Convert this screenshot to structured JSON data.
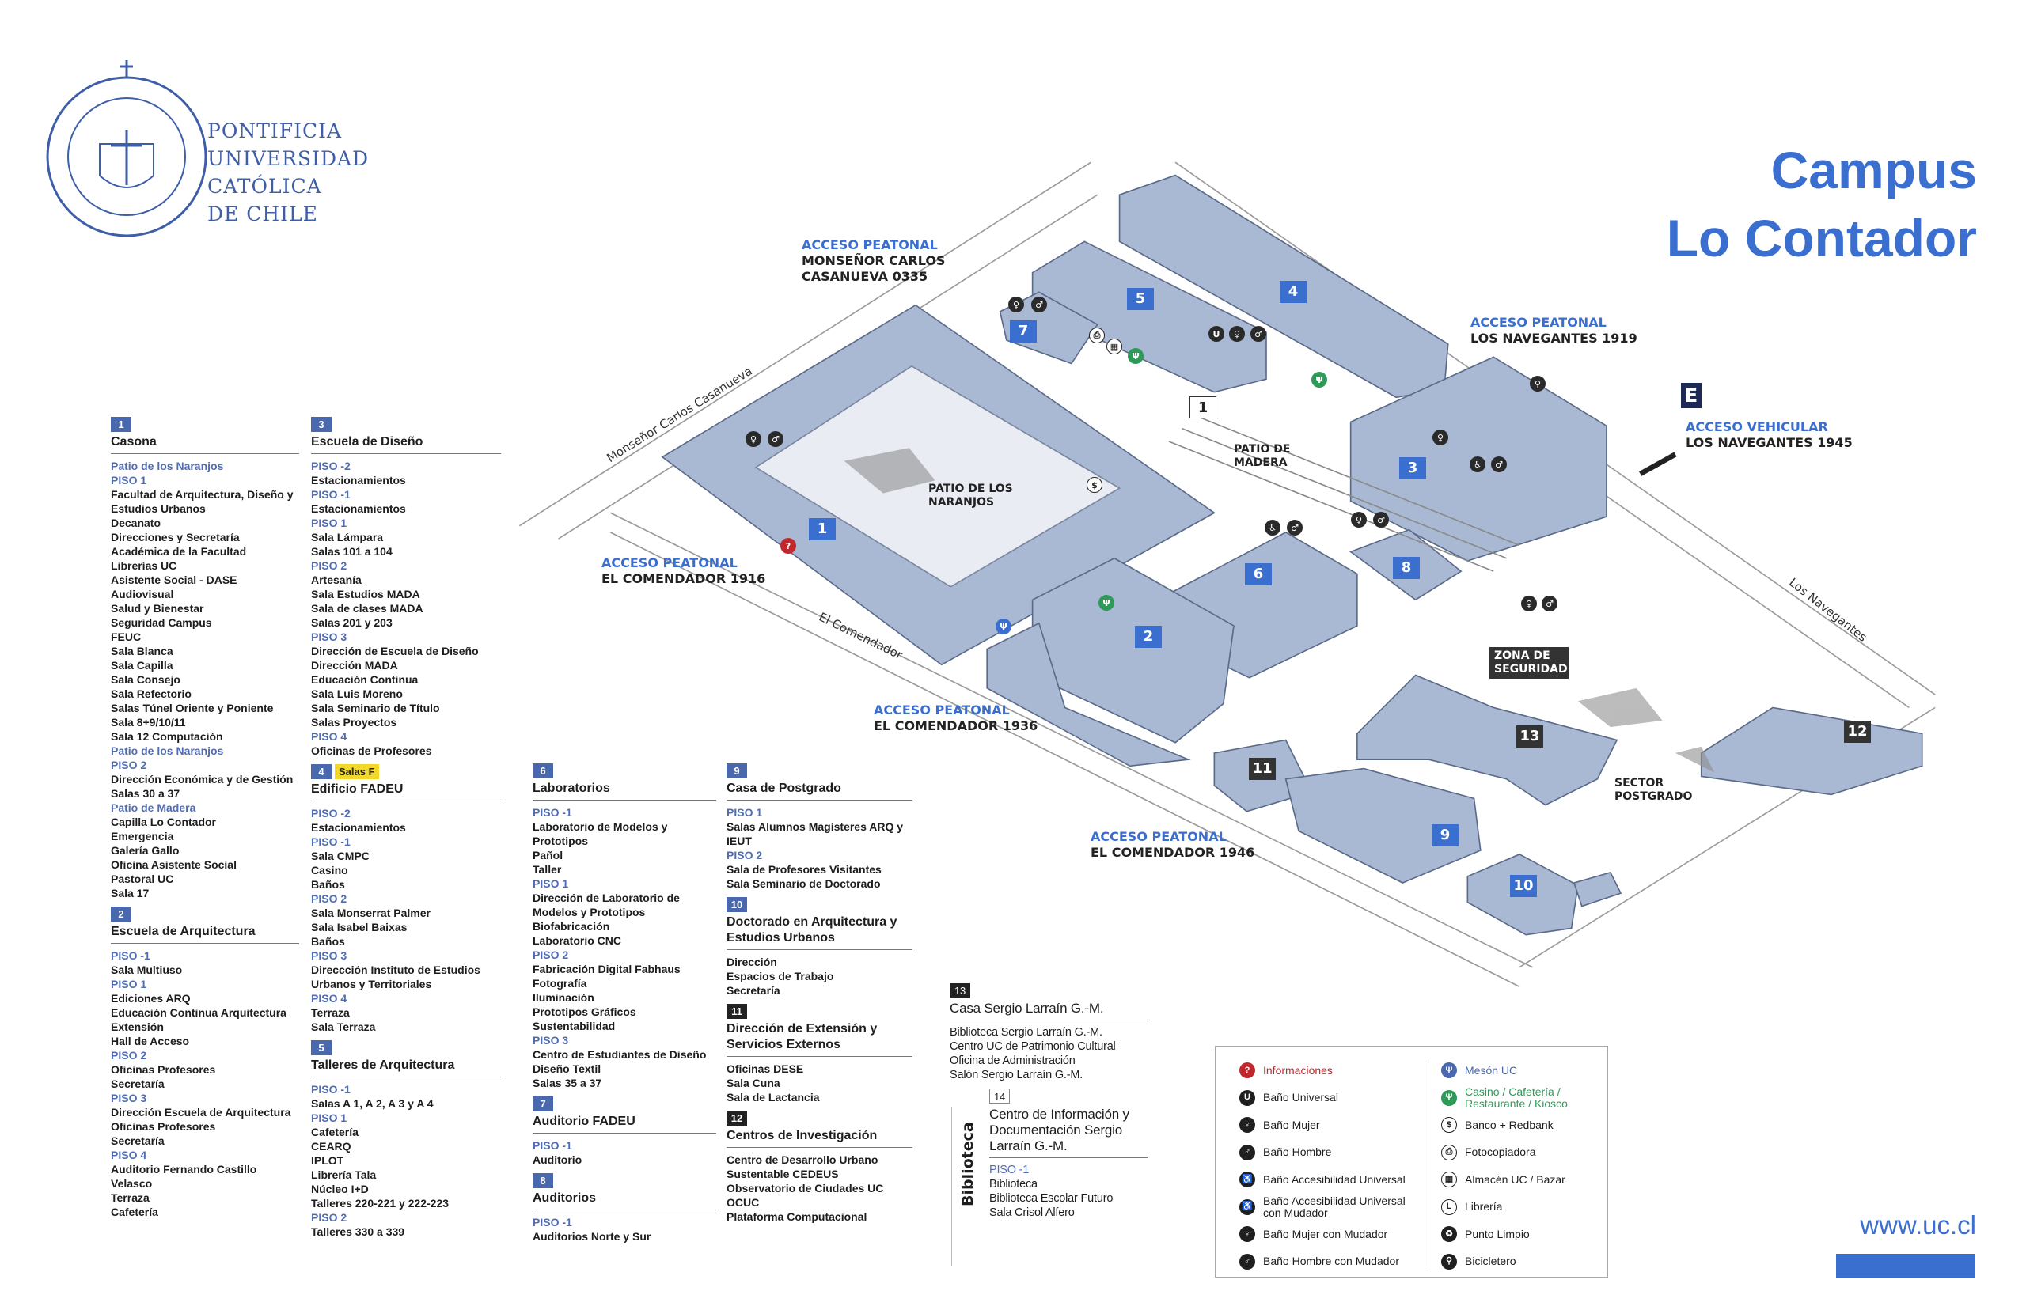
{
  "logo": {
    "lines": [
      "PONTIFICIA",
      "UNIVERSIDAD",
      "CATÓLICA",
      "DE CHILE"
    ],
    "seal_text": "PONTIFICIA UNIVERSIDAD CATÓLICA DE CHILE"
  },
  "title": {
    "line1": "Campus",
    "line2": "Lo Contador"
  },
  "url": "www.uc.cl",
  "colors": {
    "accent": "#3a6fd0",
    "badge": "#4a68ad",
    "building": "#a9b8d3",
    "casino": "#2e9a57",
    "info": "#c0282d",
    "highlight": "#f2d82a"
  },
  "columns": [
    [
      {
        "num": "1",
        "style": "blue",
        "title": "Casona",
        "lines": [
          {
            "l": "Patio de los Naranjos"
          },
          {
            "l": "PISO 1"
          },
          "Facultad de Arquitectura, Diseño y Estudios Urbanos",
          "Decanato",
          "Direcciones y Secretaría Académica de la Facultad",
          "Librerías UC",
          "Asistente Social - DASE",
          "Audiovisual",
          "Salud y Bienestar",
          "Seguridad Campus",
          "FEUC",
          "Sala Blanca",
          "Sala Capilla",
          "Sala Consejo",
          "Sala Refectorio",
          "Salas Túnel Oriente y Poniente",
          "Sala 8+9/10/11",
          "Sala 12 Computación",
          {
            "l": "Patio de los Naranjos"
          },
          {
            "l": "PISO 2"
          },
          "Dirección Económica y de Gestión",
          "Salas 30 a 37",
          {
            "l": "Patio de Madera"
          },
          "Capilla Lo Contador",
          "Emergencia",
          "Galería Gallo",
          "Oficina Asistente Social",
          "Pastoral UC",
          "Sala 17"
        ]
      },
      {
        "num": "2",
        "style": "blue",
        "title": "Escuela de Arquitectura",
        "lines": [
          {
            "l": "PISO -1"
          },
          "Sala Multiuso",
          {
            "l": "PISO 1"
          },
          "Ediciones ARQ",
          "Educación Continua Arquitectura",
          "Extensión",
          "Hall de Acceso",
          {
            "l": "PISO 2"
          },
          "Oficinas Profesores",
          "Secretaría",
          {
            "l": "PISO 3"
          },
          "Dirección Escuela de Arquitectura",
          "Oficinas Profesores",
          "Secretaría",
          {
            "l": "PISO 4"
          },
          "Auditorio Fernando Castillo Velasco",
          "Terraza",
          "Cafetería"
        ]
      }
    ],
    [
      {
        "num": "3",
        "style": "blue",
        "title": "Escuela de Diseño",
        "lines": [
          {
            "l": "PISO -2"
          },
          "Estacionamientos",
          {
            "l": "PISO -1"
          },
          "Estacionamientos",
          {
            "l": "PISO 1"
          },
          "Sala Lámpara",
          "Salas 101 a 104",
          {
            "l": "PISO 2"
          },
          "Artesanía",
          "Sala Estudios MADA",
          "Sala de clases MADA",
          "Salas 201 y 203",
          {
            "l": "PISO 3"
          },
          "Dirección de Escuela de Diseño",
          "Dirección MADA",
          "Educación Continua",
          "Sala Luis Moreno",
          "Sala Seminario de Título",
          "Salas Proyectos",
          {
            "l": "PISO 4"
          },
          "Oficinas de Profesores"
        ]
      },
      {
        "num": "4",
        "style": "blue",
        "tag": "Salas F",
        "title": "Edificio FADEU",
        "lines": [
          {
            "l": "PISO -2"
          },
          "Estacionamientos",
          {
            "l": "PISO -1"
          },
          "Sala CMPC",
          "Casino",
          "Baños",
          {
            "l": "PISO 2"
          },
          "Sala Monserrat Palmer",
          "Sala Isabel Baixas",
          "Baños",
          {
            "l": "PISO 3"
          },
          "Direccción Instituto de Estudios Urbanos y Territoriales",
          {
            "l": "PISO 4"
          },
          "Terraza",
          "Sala Terraza"
        ]
      },
      {
        "num": "5",
        "style": "blue",
        "title": "Talleres de Arquitectura",
        "lines": [
          {
            "l": "PISO -1"
          },
          "Salas A 1, A 2, A 3 y A 4",
          {
            "l": "PISO 1"
          },
          "Cafetería",
          "CEARQ",
          "IPLOT",
          "Librería Tala",
          "Núcleo I+D",
          "Talleres 220-221 y 222-223",
          {
            "l": "PISO 2"
          },
          "Talleres 330 a 339"
        ]
      }
    ],
    [
      {
        "num": "6",
        "style": "blue",
        "title": "Laboratorios",
        "lines": [
          {
            "l": "PISO -1"
          },
          "Laboratorio de Modelos y Prototipos",
          "Pañol",
          "Taller",
          {
            "l": "PISO 1"
          },
          "Dirección de Laboratorio de Modelos y Prototipos",
          "Biofabricación",
          "Laboratorio CNC",
          {
            "l": "PISO 2"
          },
          "Fabricación Digital Fabhaus",
          "Fotografía",
          "Iluminación",
          "Prototipos Gráficos",
          "Sustentabilidad",
          {
            "l": "PISO 3"
          },
          "Centro de Estudiantes de Diseño",
          "Diseño Textil",
          "Salas 35 a 37"
        ]
      },
      {
        "num": "7",
        "style": "blue",
        "title": "Auditorio FADEU",
        "lines": [
          {
            "l": "PISO -1"
          },
          "Auditorio"
        ]
      },
      {
        "num": "8",
        "style": "blue",
        "title": "Auditorios",
        "lines": [
          {
            "l": "PISO -1"
          },
          "Auditorios Norte y Sur"
        ]
      }
    ],
    [
      {
        "num": "9",
        "style": "blue",
        "title": "Casa de Postgrado",
        "lines": [
          {
            "l": "PISO 1"
          },
          "Salas Alumnos Magísteres ARQ y IEUT",
          {
            "l": "PISO 2"
          },
          "Sala de Profesores Visitantes",
          "Sala Seminario de Doctorado"
        ]
      },
      {
        "num": "10",
        "style": "blue",
        "title": "Doctorado en Arquitectura y Estudios Urbanos",
        "lines": [
          "Dirección",
          "Espacios de Trabajo",
          "Secretaría"
        ]
      },
      {
        "num": "11",
        "style": "dark",
        "title": "Dirección de Extensión y Servicios Externos",
        "lines": [
          "Oficinas DESE",
          "Sala Cuna",
          "Sala de Lactancia"
        ]
      },
      {
        "num": "12",
        "style": "dark",
        "title": "Centros de Investigación",
        "lines": [
          "Centro de Desarrollo Urbano Sustentable CEDEUS",
          "Observatorio de Ciudades UC OCUC",
          "Plataforma Computacional"
        ]
      }
    ],
    [
      {
        "num": "13",
        "style": "dark",
        "title": "Casa Sergio Larraín G.-M.",
        "lines": [
          "Biblioteca Sergio Larraín G.-M.",
          "Centro UC de Patrimonio Cultural",
          "Oficina de Administración",
          "Salón Sergio Larraín G.-M."
        ]
      },
      {
        "num": "14",
        "style": "white",
        "title": "Centro de Información y Documentación Sergio Larraín G.-M.",
        "lines": [
          {
            "l": "PISO -1"
          },
          "Biblioteca",
          "Biblioteca Escolar Futuro",
          "Sala Crisol Alfero"
        ]
      }
    ]
  ],
  "biblioteca_label": "Biblioteca",
  "icon_legend": {
    "left": [
      {
        "icon": "info-icon",
        "glyph": "?",
        "kind": "red",
        "label": "Informaciones"
      },
      {
        "icon": "universal-restroom-icon",
        "glyph": "U",
        "kind": "",
        "label": "Baño Universal"
      },
      {
        "icon": "women-restroom-icon",
        "glyph": "♀",
        "kind": "",
        "label": "Baño Mujer"
      },
      {
        "icon": "men-restroom-icon",
        "glyph": "♂",
        "kind": "",
        "label": "Baño Hombre"
      },
      {
        "icon": "accessible-restroom-icon",
        "glyph": "♿",
        "kind": "",
        "label": "Baño Accesibilidad Universal"
      },
      {
        "icon": "accessible-changing-icon",
        "glyph": "♿",
        "kind": "",
        "label": "Baño Accesibilidad Universal con Mudador"
      },
      {
        "icon": "women-changing-icon",
        "glyph": "♀",
        "kind": "",
        "label": "Baño Mujer con Mudador"
      },
      {
        "icon": "men-changing-icon",
        "glyph": "♂",
        "kind": "",
        "label": "Baño Hombre con Mudador"
      }
    ],
    "right": [
      {
        "icon": "meson-uc-icon",
        "glyph": "Ψ",
        "kind": "blue",
        "label": "Mesón UC"
      },
      {
        "icon": "casino-icon",
        "glyph": "Ψ",
        "kind": "green",
        "label": "Casino / Cafetería / Restaurante / Kiosco"
      },
      {
        "icon": "bank-icon",
        "glyph": "$",
        "kind": "out",
        "label": "Banco + Redbank"
      },
      {
        "icon": "photocopier-icon",
        "glyph": "⎙",
        "kind": "out",
        "label": "Fotocopiadora"
      },
      {
        "icon": "store-icon",
        "glyph": "▦",
        "kind": "out",
        "label": "Almacén UC / Bazar"
      },
      {
        "icon": "bookstore-icon",
        "glyph": "L",
        "kind": "out",
        "label": "Librería"
      },
      {
        "icon": "recycling-icon",
        "glyph": "♻",
        "kind": "",
        "label": "Punto Limpio"
      },
      {
        "icon": "bicycle-icon",
        "glyph": "⚲",
        "kind": "",
        "label": "Bicicletero"
      }
    ]
  },
  "map": {
    "accesses": [
      {
        "type": "ACCESO PEATONAL",
        "name": "MONSEÑOR CARLOS CASANUEVA 0335"
      },
      {
        "type": "ACCESO PEATONAL",
        "name": "LOS NAVEGANTES 1919"
      },
      {
        "type": "ACCESO VEHICULAR",
        "name": "LOS NAVEGANTES 1945"
      },
      {
        "type": "ACCESO PEATONAL",
        "name": "EL COMENDADOR 1916"
      },
      {
        "type": "ACCESO PEATONAL",
        "name": "EL COMENDADOR 1936"
      },
      {
        "type": "ACCESO PEATONAL",
        "name": "EL COMENDADOR 1946"
      }
    ],
    "places": [
      "PATIO DE LOS NARANJOS",
      "PATIO DE MADERA",
      "ZONA DE SEGURIDAD",
      "SECTOR POSTGRADO"
    ],
    "streets": [
      "Monseñor Carlos Casanueva",
      "El Comendador",
      "Los Navegantes"
    ],
    "vehicle_marker": "E",
    "buildings": [
      "1",
      "2",
      "3",
      "4",
      "5",
      "6",
      "7",
      "8",
      "9",
      "10",
      "11",
      "12",
      "13"
    ],
    "patio_marker": "1"
  }
}
